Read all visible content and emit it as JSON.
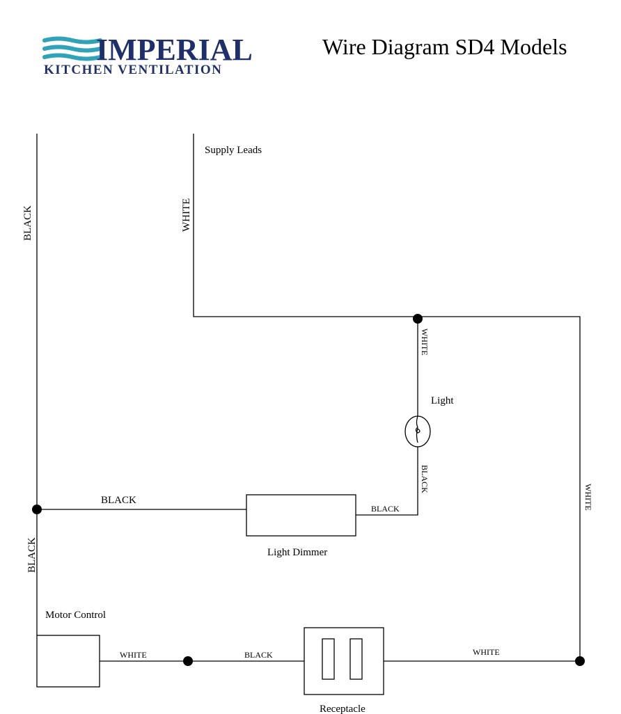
{
  "header": {
    "logo_name": "IMPERIAL",
    "logo_tagline": "KITCHEN VENTILATION",
    "title": "Wire Diagram SD4 Models"
  },
  "colors": {
    "logo_navy": "#1f2f6b",
    "logo_teal": "#2fa3b8",
    "wire": "#000000"
  },
  "components": {
    "supply": "Supply Leads",
    "light": "Light",
    "dimmer": "Light Dimmer",
    "motor": "Motor Control",
    "receptacle": "Receptacle"
  },
  "wires": {
    "left_black": "BLACK",
    "supply_white": "WHITE",
    "light_white": "WHITE",
    "light_black": "BLACK",
    "dimmer_in_black": "BLACK",
    "dimmer_out_black": "BLACK",
    "right_white": "WHITE",
    "left_lower_black": "BLACK",
    "motor_white": "WHITE",
    "receptacle_black": "BLACK",
    "receptacle_white": "WHITE"
  }
}
